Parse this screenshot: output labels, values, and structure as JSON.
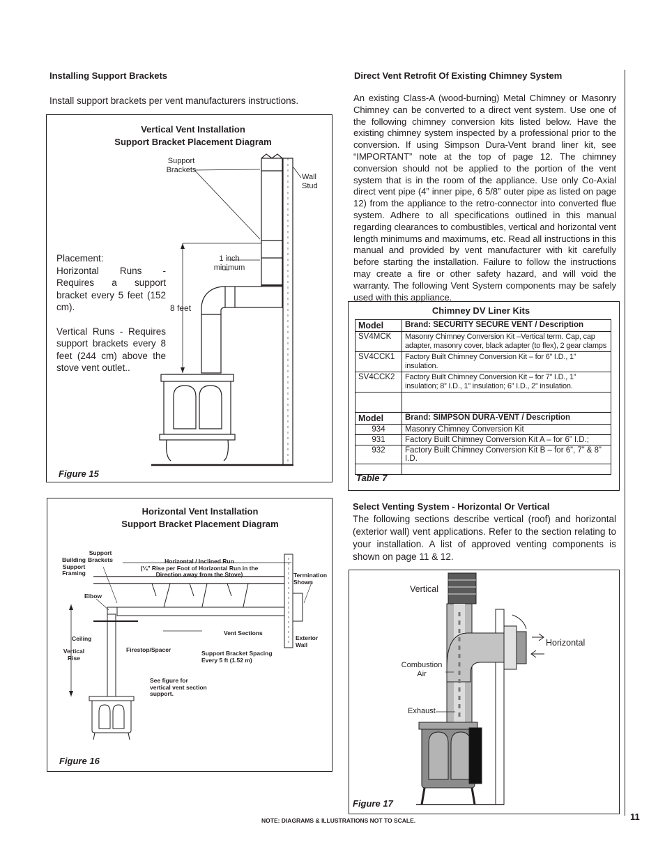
{
  "left": {
    "heading": "Installing Support Brackets",
    "intro": "Install support brackets per vent manufacturers instructions.",
    "fig15": {
      "title1": "Vertical Vent Installation",
      "title2": "Support Bracket Placement Diagram",
      "support_brackets": "Support Brackets",
      "wall_stud": "Wall Stud",
      "one_inch": "1 inch minimum",
      "eight_feet": "8 feet",
      "placement_head": "Placement:",
      "placement_horizontal": "Horizontal Runs - Requires a support bracket every 5 feet (152 cm).",
      "placement_vertical": "Vertical Runs - Requires support brackets every 8 feet (244 cm) above the stove vent outlet..",
      "label": "Figure 15"
    },
    "fig16": {
      "title1": "Horizontal Vent Installation",
      "title2": "Support Bracket Placement Diagram",
      "building_support_framing": "Building Support Framing",
      "support_brackets": "Support Brackets",
      "horizontal_run": "Horizontal / Inclined Run",
      "rise_note": "(¼\" Rise per Foot of Horizontal Run in the Direction away from the Stove)",
      "termination_shown": "Termination Shown",
      "elbow": "Elbow",
      "ceiling": "Ceiling",
      "vertical_rise": "Vertical Rise",
      "firestop": "Firestop/Spacer",
      "vent_sections": "Vent Sections",
      "bracket_spacing": "Support Bracket Spacing Every 5 ft (1.52 m)",
      "exterior_wall": "Exterior Wall",
      "see_figure": "See figure for vertical vent section support.",
      "label": "Figure 16"
    }
  },
  "right": {
    "heading": "Direct Vent Retrofit Of Existing Chimney System",
    "paragraph": "An existing Class-A (wood-burning) Metal Chimney or Masonry Chimney can be converted to a direct vent system. Use one of the following chimney conversion kits listed below. Have the existing chimney system inspected by a professional prior to the conversion. If using Simpson Dura-Vent brand liner kit, see “IMPORTANT” note at the top of page 12. The chimney conversion should not be applied to the portion of the vent system that is in the room of the appliance. Use only Co-Axial direct vent pipe (4” inner pipe, 6 5/8” outer pipe as listed on page 12) from the appliance to the retro-connector into converted flue system. Adhere to all specifications outlined in this manual regarding clearances to combustibles, vertical and horizontal vent length minimums and maximums, etc. Read all instructions in this manual and provided by vent manufacturer with kit carefully before starting the installation. Failure to follow the instructions may create a fire or other safety hazard, and will void the warranty. The following Vent System components may be safely used with this appliance.",
    "table7": {
      "title": "Chimney DV Liner Kits",
      "model_label": "Model",
      "brand1": "Brand: SECURITY SECURE VENT / Description",
      "rows1": [
        {
          "model": "SV4MCK",
          "desc": "Masonry Chimney Conversion Kit –Vertical term. Cap, cap adapter, masonry cover, black adapter (to flex), 2 gear clamps"
        },
        {
          "model": "SV4CCK1",
          "desc": "Factory Built Chimney Conversion Kit – for 6” I.D., 1” insulation."
        },
        {
          "model": "SV4CCK2",
          "desc": "Factory Built Chimney Conversion Kit – for 7” I.D., 1” insulation; 8” I.D., 1” insulation; 6” I.D., 2” insulation."
        }
      ],
      "brand2": "Brand: SIMPSON DURA-VENT / Description",
      "rows2": [
        {
          "model": "934",
          "desc": "Masonry Chimney Conversion Kit"
        },
        {
          "model": "931",
          "desc": "Factory Built Chimney Conversion Kit A – for 6” I.D.;"
        },
        {
          "model": "932",
          "desc": "Factory Built Chimney Conversion Kit B – for 6”, 7” & 8” I.D."
        }
      ],
      "label": "Table 7"
    },
    "select_heading": "Select Venting System - Horizontal Or Vertical",
    "select_paragraph": "The following sections describe vertical (roof) and horizontal (exterior wall) vent applications. Refer to the section relating to your installation. A list of approved venting components is shown on page 11 & 12.",
    "fig17": {
      "vertical": "Vertical",
      "horizontal": "Horizontal",
      "combustion_air": "Combustion Air",
      "exhaust": "Exhaust",
      "label": "Figure 17"
    }
  },
  "footer": {
    "note": "NOTE: DIAGRAMS & ILLUSTRATIONS NOT TO SCALE.",
    "page_number": "11"
  }
}
